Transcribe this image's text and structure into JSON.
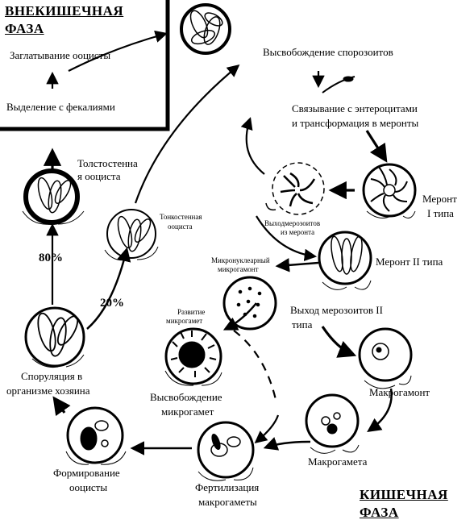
{
  "phases": {
    "extraintestinal_line1": "ВНЕКИШЕЧНАЯ",
    "extraintestinal_line2": "ФАЗА",
    "intestinal_line1": "КИШЕЧНАЯ",
    "intestinal_line2": "ФАЗА"
  },
  "stages": {
    "oocyst_ingestion": "Заглатывание ооцисты",
    "fecal_excretion": "Выделение с фекалиями",
    "sporozoite_release": "Высвобождение спорозоитов",
    "binding_line1": "Связывание с энтероцитами",
    "binding_line2": "и трансформация в меронты",
    "thick_oocyst_line1": "Толстостенна",
    "thick_oocyst_line2": "я ооциста",
    "thin_oocyst_line1": "Тонкостенная",
    "thin_oocyst_line2": "ооциста",
    "meront1_line1": "Меронт",
    "meront1_line2": "I типа",
    "merozoite_exit1_line1": "Выходмерозоитов",
    "merozoite_exit1_line2": "из меронта",
    "meront2": "Меронт II типа",
    "micronuclear_line1": "Микронуклеарный",
    "micronuclear_line2": "микрогамонт",
    "microgamete_dev_line1": "Развитие",
    "microgamete_dev_line2": "микрогамет",
    "merozoite_exit2_line1": "Выход мерозоитов II",
    "merozoite_exit2_line2": "типа",
    "sporulation_line1": "Споруляция в",
    "sporulation_line2": "организме хозяина",
    "microgamete_release_line1": "Высвобождение",
    "microgamete_release_line2": "микрогамет",
    "macrogamont": "Макрогамонт",
    "macrogamete": "Макрогамета",
    "oocyst_formation_line1": "Формирование",
    "oocyst_formation_line2": "ооцисты",
    "fertilization_line1": "Фертилизация",
    "fertilization_line2": "макрогаметы"
  },
  "percentages": {
    "thick_wall": "80%",
    "thin_wall": "20%"
  }
}
